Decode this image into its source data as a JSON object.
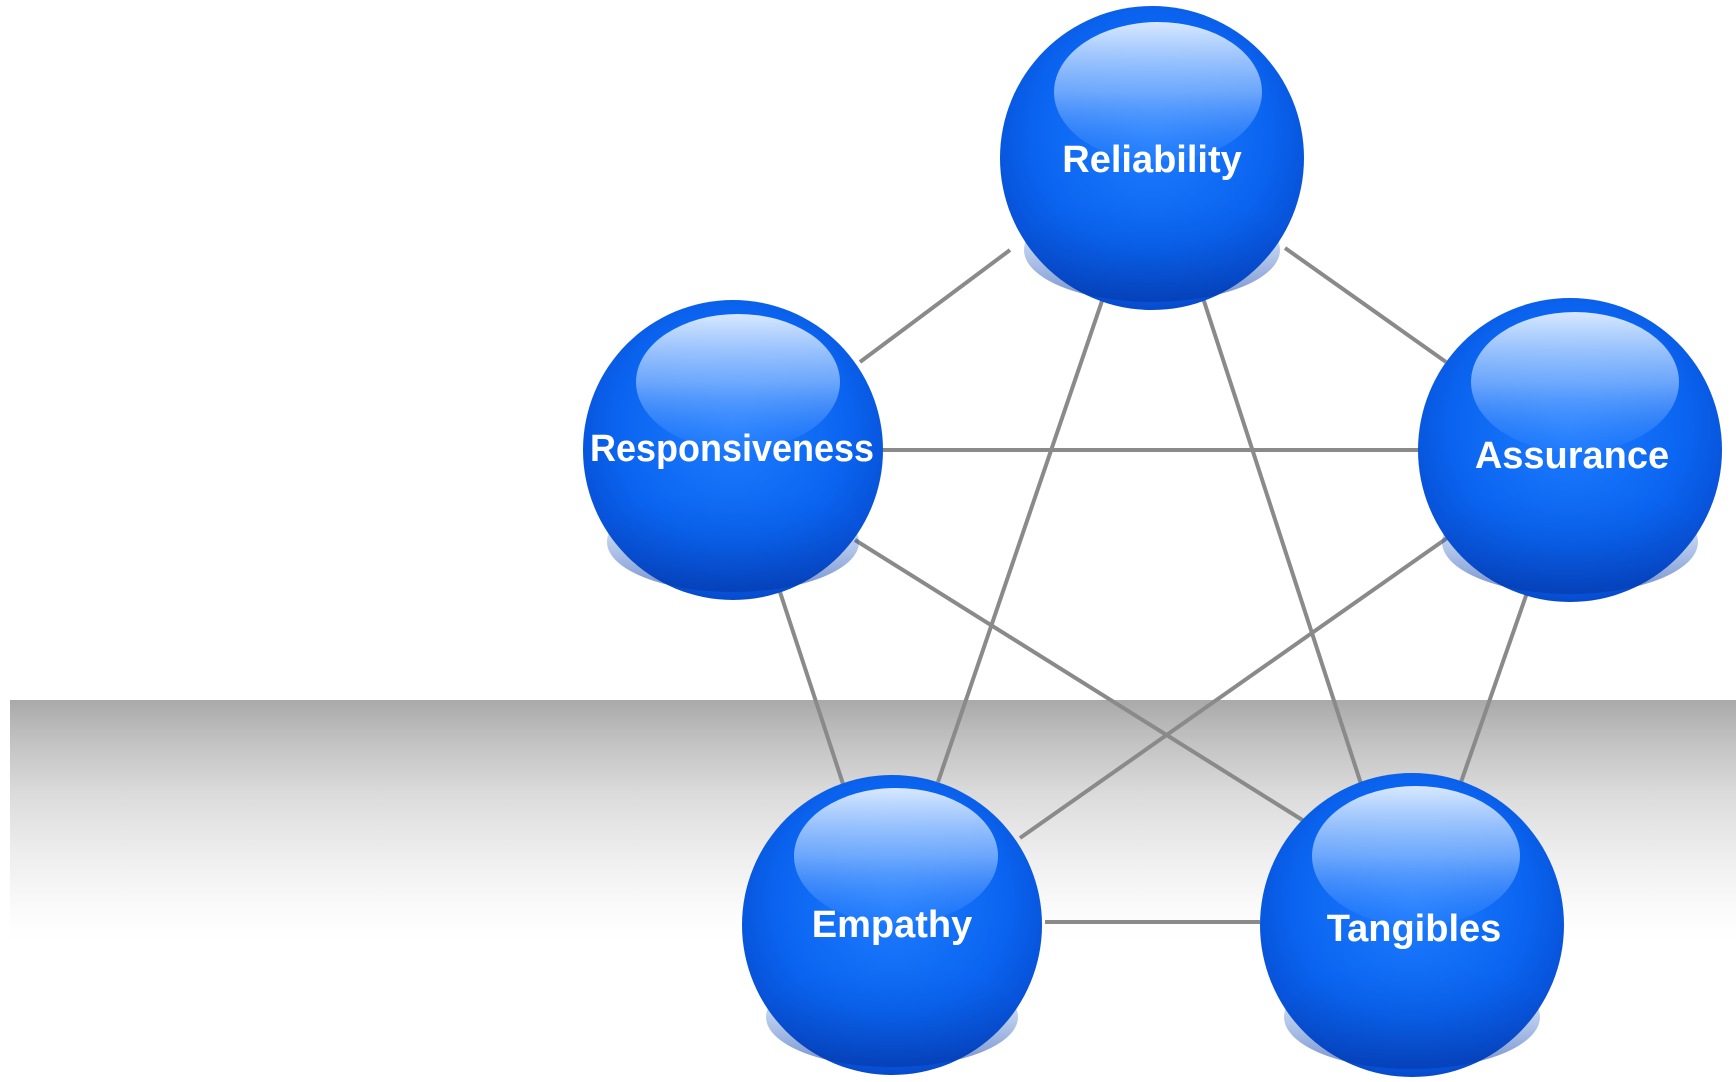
{
  "diagram": {
    "colors": {
      "node_fill": "#0a64f0",
      "node_dark": "#0846c8",
      "node_light": "#5aa0ff",
      "connector": "#8a8a8a",
      "floor_band": "#b8b8b8",
      "label": "#ffffff"
    },
    "nodes": {
      "reliability": {
        "label": "Reliability"
      },
      "responsiveness": {
        "label": "Responsiveness"
      },
      "assurance": {
        "label": "Assurance"
      },
      "empathy": {
        "label": "Empathy"
      },
      "tangibles": {
        "label": "Tangibles"
      }
    },
    "connections": [
      [
        "reliability",
        "responsiveness"
      ],
      [
        "reliability",
        "assurance"
      ],
      [
        "reliability",
        "empathy"
      ],
      [
        "reliability",
        "tangibles"
      ],
      [
        "responsiveness",
        "assurance"
      ],
      [
        "responsiveness",
        "empathy"
      ],
      [
        "responsiveness",
        "tangibles"
      ],
      [
        "assurance",
        "empathy"
      ],
      [
        "assurance",
        "tangibles"
      ],
      [
        "empathy",
        "tangibles"
      ]
    ]
  }
}
